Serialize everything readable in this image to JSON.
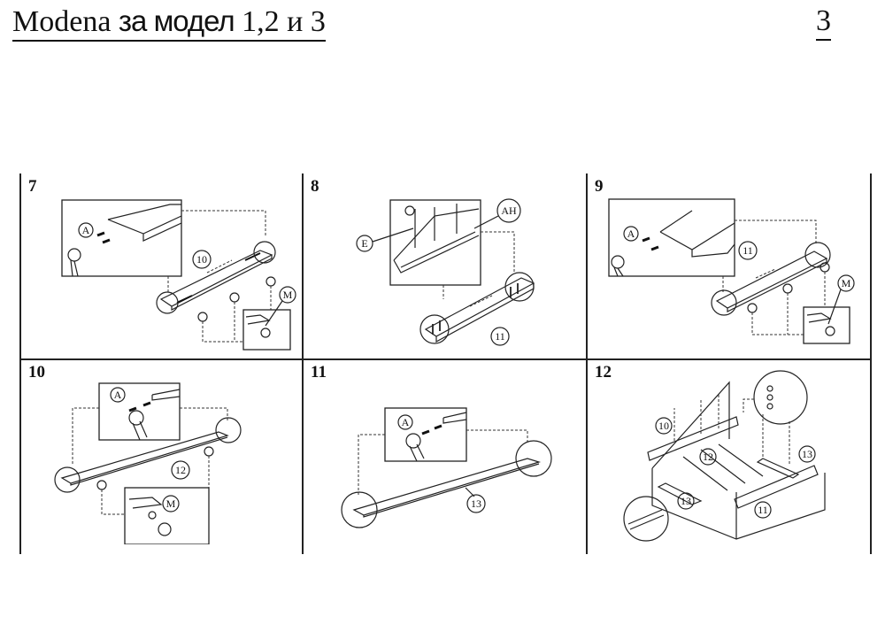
{
  "header": {
    "title_brand": "Modena",
    "title_middle": "за модел",
    "title_models": "1,2 и 3",
    "page_number": "3"
  },
  "steps": [
    {
      "number": "7",
      "callouts": {
        "fastener": "A",
        "part": "10",
        "cap": "M"
      }
    },
    {
      "number": "8",
      "callouts": {
        "screw": "E",
        "bracket": "AH",
        "part": "11"
      }
    },
    {
      "number": "9",
      "callouts": {
        "fastener": "A",
        "part": "11",
        "cap": "M"
      }
    },
    {
      "number": "10",
      "callouts": {
        "fastener": "A",
        "part": "12",
        "cap": "M"
      }
    },
    {
      "number": "11",
      "callouts": {
        "fastener": "A",
        "part": "13"
      }
    },
    {
      "number": "12",
      "callouts": {
        "rail_left": "10",
        "slat_center": "12",
        "slat_right": "13",
        "slat_left": "13",
        "rail_right": "11"
      }
    }
  ]
}
